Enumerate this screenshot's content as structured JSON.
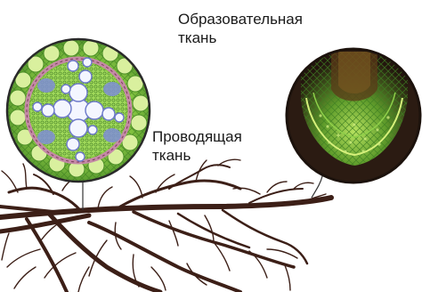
{
  "labels": {
    "meristem_line1": "Образовательная",
    "meristem_line2": "ткань",
    "conducting_line1": "Проводящая",
    "conducting_line2": "ткань"
  },
  "colors": {
    "root": "#3c1f17",
    "root_dark": "#2a140f",
    "circle_border": "#2a2a2a",
    "tissue_green": "#7ec23a",
    "tissue_light": "#b9e66a",
    "vessel_white": "#f4f6ff",
    "vessel_blue": "#6b78c9",
    "ring_pink": "#c48aa6",
    "tip_bg": "#2b1b12",
    "text": "#1a1a1a"
  }
}
